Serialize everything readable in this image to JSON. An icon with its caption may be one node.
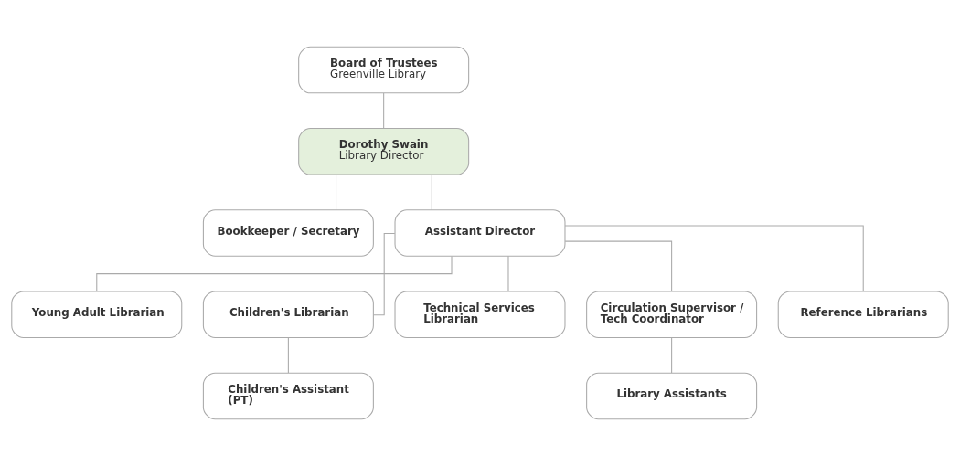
{
  "diagram": {
    "nodes": [
      {
        "text": [
          "Board of Trustees",
          "Greenville Library"
        ]
      },
      {
        "text": [
          "Dorothy Swain",
          "Library Director"
        ]
      },
      {
        "text": [
          "Bookkeeper / Secretary"
        ]
      },
      {
        "text": [
          "Assistant Director"
        ]
      },
      {
        "text": [
          "Young Adult Librarian"
        ]
      },
      {
        "text": [
          "Children's Librarian"
        ]
      },
      {
        "text": [
          "Technical Services Librarian"
        ]
      },
      {
        "text": [
          "Circulation Supervisor / Tech Coordinator"
        ]
      },
      {
        "text": [
          "Reference Librarians"
        ]
      },
      {
        "text": [
          "Children's Assistant (PT)"
        ]
      },
      {
        "text": [
          "Library Assistants"
        ]
      }
    ],
    "edges": [
      {
        "from": 0,
        "to": 1,
        "arrow": "none"
      },
      {
        "from": 1,
        "to": 2,
        "arrow": "none"
      },
      {
        "from": 1,
        "to": 3,
        "arrow": "none"
      },
      {
        "from": 3,
        "to": 4,
        "arrow": "none"
      },
      {
        "from": 3,
        "to": 5,
        "arrow": "none"
      },
      {
        "from": 3,
        "to": 6,
        "arrow": "none"
      },
      {
        "from": 3,
        "to": 7,
        "arrow": "none"
      },
      {
        "from": 3,
        "to": 8,
        "arrow": "none"
      },
      {
        "from": 5,
        "to": 9,
        "arrow": "none"
      },
      {
        "from": 7,
        "to": 10,
        "arrow": "none"
      }
    ]
  }
}
